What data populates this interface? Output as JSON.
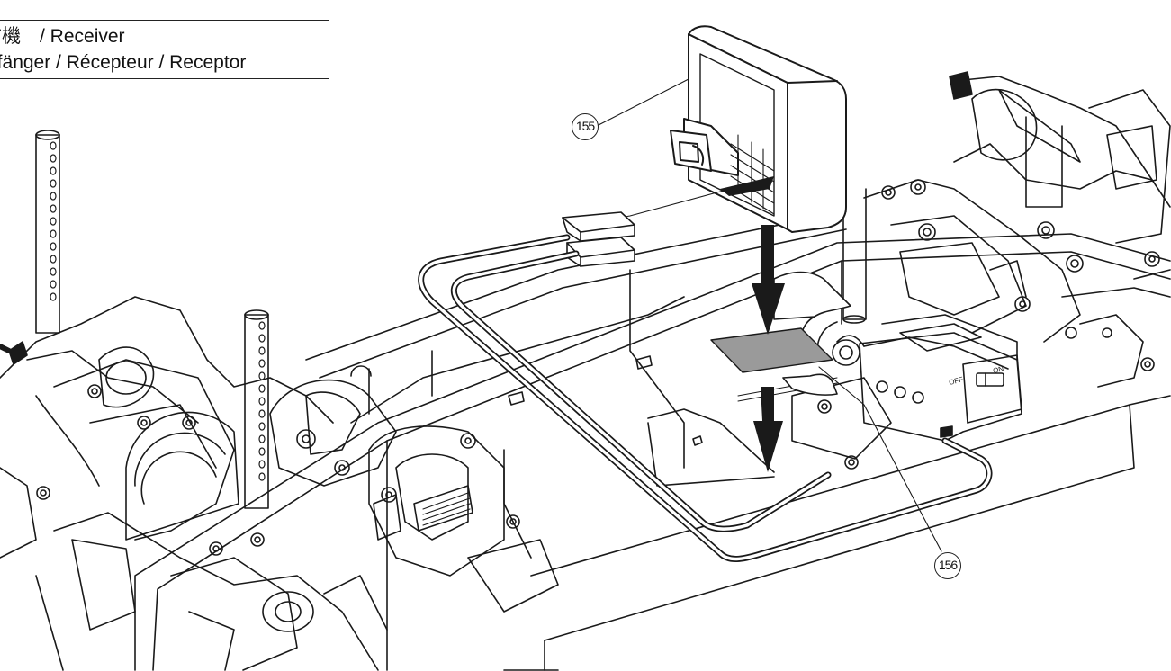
{
  "title": {
    "line1": "信機　/ Receiver",
    "line2": "pfänger / Récepteur / Receptor"
  },
  "callouts": {
    "receiver_part": "155",
    "tape_part": "156"
  },
  "switch_labels": {
    "off": "OFF",
    "on": "ON"
  }
}
